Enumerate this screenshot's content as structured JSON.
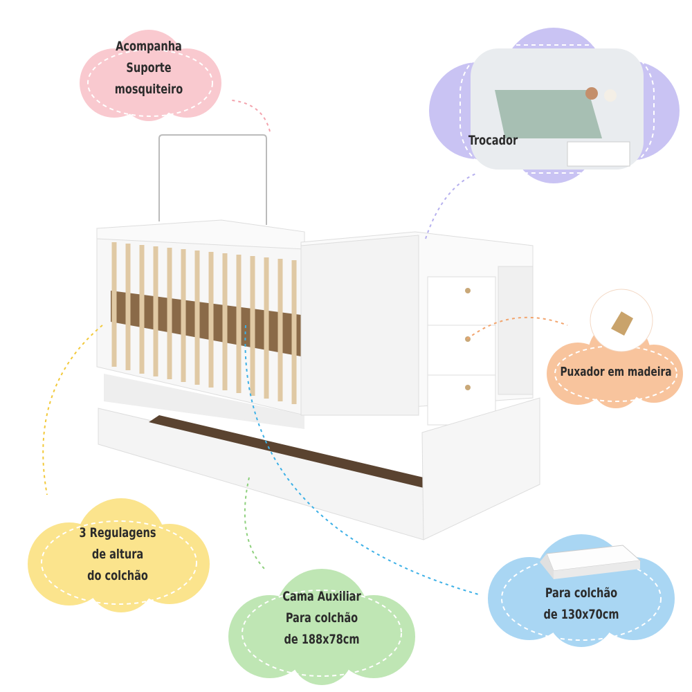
{
  "callouts": {
    "mosquito": {
      "lines": [
        "Acompanha",
        "Suporte",
        "mosquiteiro"
      ],
      "color": "#f9c9cf"
    },
    "changer": {
      "label": "Trocador",
      "color": "#c9c3f3"
    },
    "handle": {
      "label": "Puxador em madeira",
      "color": "#f8c49d"
    },
    "height": {
      "lines": [
        "3 Regulagens",
        "de altura",
        "do colchão"
      ],
      "color": "#fbe48d"
    },
    "aux_bed": {
      "lines": [
        "Cama Auxiliar",
        "Para colchão",
        "de 188x78cm"
      ],
      "color": "#bfe6b4"
    },
    "mattress": {
      "lines": [
        "Para colchão",
        "de 130x70cm"
      ],
      "color": "#a9d6f3"
    }
  }
}
